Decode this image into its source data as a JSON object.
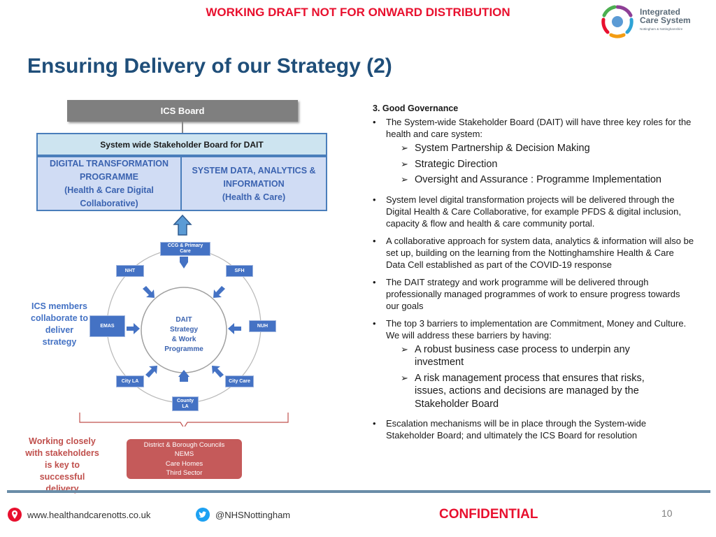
{
  "header": {
    "draft_notice": "WORKING DRAFT NOT FOR ONWARD DISTRIBUTION",
    "logo_line1": "Integrated",
    "logo_line2": "Care System",
    "logo_sub": "Nottingham & Nottinghamshire"
  },
  "title": "Ensuring Delivery of our Strategy (2)",
  "diagram": {
    "ics_board": "ICS Board",
    "stakeholder_board": "System wide Stakeholder Board for DAIT",
    "prog_left": [
      "DIGITAL TRANSFORMATION",
      "PROGRAMME",
      "(Health & Care Digital",
      "Collaborative)"
    ],
    "prog_right": [
      "SYSTEM DATA, ANALYTICS &",
      "INFORMATION",
      "(Health & Care)"
    ],
    "center": [
      "DAIT Strategy",
      "& Work",
      "Programme"
    ],
    "nodes": {
      "ccg": [
        "CCG  & Primary",
        "Care"
      ],
      "nht": "NHT",
      "sfh": "SFH",
      "emas": "EMAS",
      "nuh": "NUH",
      "city_la": "City LA",
      "city_care": "City Care",
      "county_la": [
        "County",
        "LA"
      ]
    },
    "ics_members": [
      "ICS members",
      "collaborate to",
      "deliver",
      "strategy"
    ],
    "working_closely": [
      "Working closely",
      "with stakeholders",
      "is key to successful",
      "delivery"
    ],
    "district": [
      "District & Borough Councils",
      "NEMS",
      "Care Homes",
      "Third Sector"
    ]
  },
  "governance": {
    "heading": "3. Good Governance",
    "bullet1": "The System-wide Stakeholder Board (DAIT) will have three key roles for the health and care system:",
    "sub1": [
      "System Partnership & Decision Making",
      "Strategic Direction",
      "Oversight and Assurance : Programme Implementation"
    ],
    "bullet2": "System level digital transformation projects will be delivered through the Digital Health & Care Collaborative, for example PFDS & digital inclusion, capacity & flow and health & care community portal.",
    "bullet3": "A collaborative approach for system data, analytics & information will also be set up, building on the learning from the Nottinghamshire Health & Care Data Cell established as part of the COVID-19 response",
    "bullet4": "The DAIT strategy and work programme will be delivered through professionally managed programmes of work to ensure progress towards our goals",
    "bullet5": "The top 3 barriers to implementation are Commitment, Money and Culture. We will address these barriers by having:",
    "sub2": [
      "A robust business case process to underpin any investment",
      "A risk management process that ensures that risks, issues, actions and decisions are managed by the Stakeholder Board"
    ],
    "bullet6": "Escalation mechanisms will be in place through the System-wide Stakeholder Board; and ultimately the ICS Board for resolution"
  },
  "footer": {
    "website": "www.healthandcarenotts.co.uk",
    "twitter": "@NHSNottingham",
    "confidential": "CONFIDENTIAL",
    "page_number": "10"
  },
  "colors": {
    "draft_red": "#e8102e",
    "title_blue": "#1f4e79",
    "node_blue": "#4472c4",
    "district_red": "#c55a5a"
  }
}
